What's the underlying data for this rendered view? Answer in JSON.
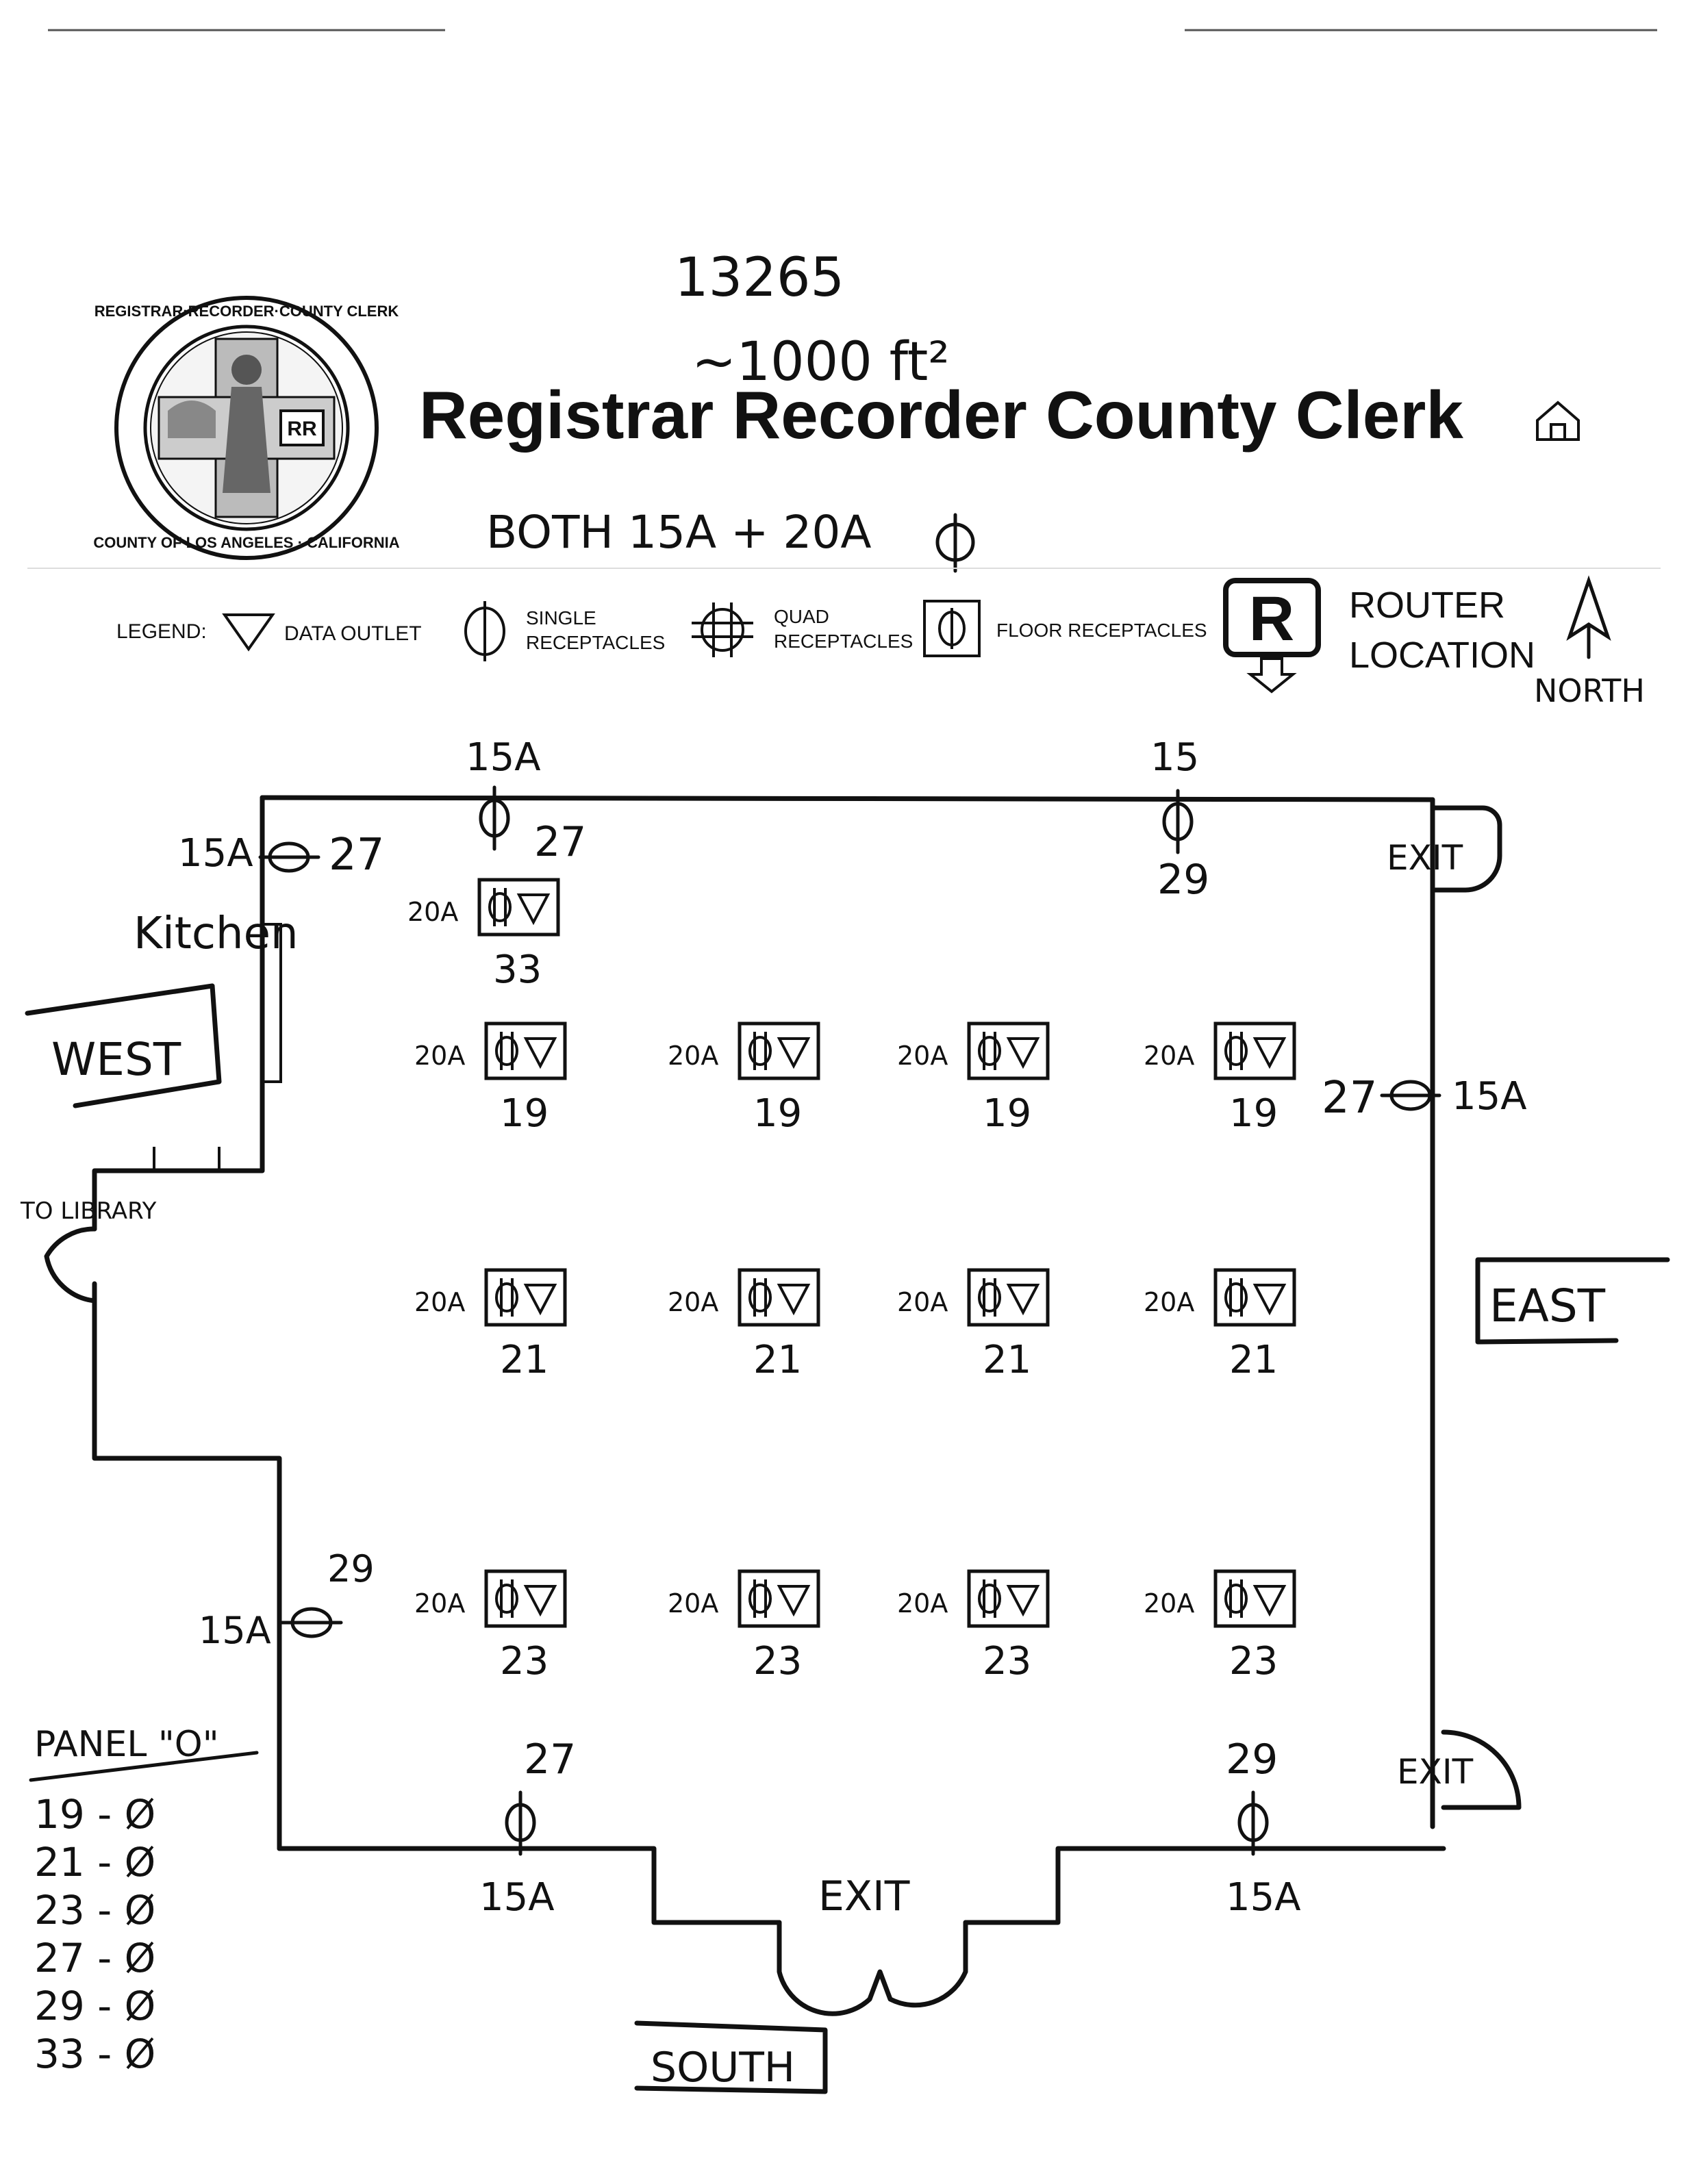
{
  "header": {
    "org_title": "Registrar Recorder County Clerk",
    "note_number": "13265",
    "note_area": "~1000 ft²",
    "note_both": "BOTH 15A + 20A"
  },
  "seal": {
    "name": "county-seal"
  },
  "home_icon": "home-icon",
  "legend": {
    "label": "LEGEND:",
    "data_outlet": "DATA OUTLET",
    "single_line1": "SINGLE",
    "single_line2": "RECEPTACLES",
    "quad_line1": "QUAD",
    "quad_line2": "RECEPTACLES",
    "floor": "FLOOR RECEPTACLES",
    "router_symbol": "R",
    "router_line1": "ROUTER",
    "router_line2": "LOCATION",
    "north": "NORTH"
  },
  "directions": {
    "west": "WEST",
    "east": "EAST",
    "south": "SOUTH"
  },
  "rooms": {
    "kitchen": "Kitchen",
    "to_library": "TO LIBRARY"
  },
  "exits": {
    "north_east": "EXIT",
    "south_east": "EXIT",
    "south": "EXIT"
  },
  "wall_receptacles": {
    "north_left_amp": "15A",
    "north_left_circuit": "27",
    "north_right_amp": "15",
    "north_right_circuit": "29",
    "west_top_amp": "15A",
    "west_top_circuit": "27",
    "east_amp": "15A",
    "east_circuit": "27",
    "west_bottom_amp": "15A",
    "west_bottom_circuit": "29",
    "south_left_amp": "15A",
    "south_left_circuit": "27",
    "south_right_amp": "15A",
    "south_right_circuit": "29"
  },
  "floor_boxes": {
    "top": {
      "amp": "20A",
      "circuit": "33"
    },
    "row1": [
      {
        "amp": "20A",
        "circuit": "19"
      },
      {
        "amp": "20A",
        "circuit": "19"
      },
      {
        "amp": "20A",
        "circuit": "19"
      },
      {
        "amp": "20A",
        "circuit": "19"
      }
    ],
    "row2": [
      {
        "amp": "20A",
        "circuit": "21"
      },
      {
        "amp": "20A",
        "circuit": "21"
      },
      {
        "amp": "20A",
        "circuit": "21"
      },
      {
        "amp": "20A",
        "circuit": "21"
      }
    ],
    "row3": [
      {
        "amp": "20A",
        "circuit": "23"
      },
      {
        "amp": "20A",
        "circuit": "23"
      },
      {
        "amp": "20A",
        "circuit": "23"
      },
      {
        "amp": "20A",
        "circuit": "23"
      }
    ]
  },
  "panel": {
    "title": "PANEL \"O\"",
    "entries": [
      "19 - Ø",
      "21 - Ø",
      "23 - Ø",
      "27 - Ø",
      "29 - Ø",
      "33 - Ø"
    ]
  }
}
